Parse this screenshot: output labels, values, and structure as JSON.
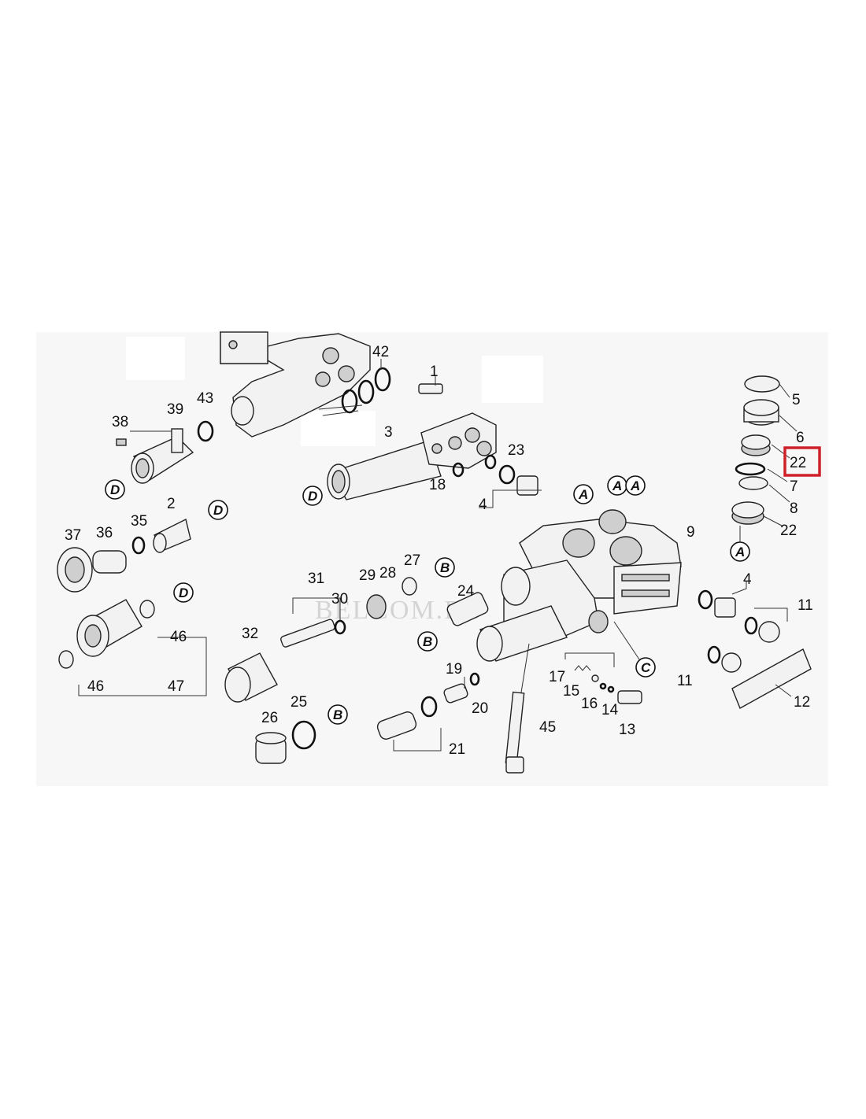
{
  "diagram": {
    "watermark": "BELCOM.RU",
    "highlighted_callout": "22",
    "callouts": {
      "c1": "1",
      "c2": "2",
      "c3": "3",
      "c4a": "4",
      "c4b": "4",
      "c5": "5",
      "c6": "6",
      "c7": "7",
      "c8": "8",
      "c9": "9",
      "c11a": "11",
      "c11b": "11",
      "c12": "12",
      "c13": "13",
      "c14": "14",
      "c15": "15",
      "c16": "16",
      "c17": "17",
      "c18": "18",
      "c19": "19",
      "c20": "20",
      "c21": "21",
      "c22a": "22",
      "c22b": "22",
      "c23": "23",
      "c24": "24",
      "c25": "25",
      "c26": "26",
      "c27": "27",
      "c28": "28",
      "c29": "29",
      "c30": "30",
      "c31": "31",
      "c32": "32",
      "c35": "35",
      "c36": "36",
      "c37": "37",
      "c38": "38",
      "c39": "39",
      "c42": "42",
      "c43": "43",
      "c45": "45",
      "c46a": "46",
      "c46b": "46",
      "c47": "47"
    },
    "refs": {
      "A": "A",
      "B": "B",
      "C": "C",
      "D": "D"
    }
  }
}
